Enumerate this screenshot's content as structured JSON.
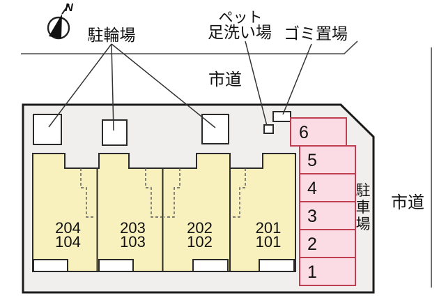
{
  "colors": {
    "site_fill": "#f0efed",
    "building_fill": "#f9f1bd",
    "parking_fill": "#fcdce4",
    "parking_border": "#c03e52",
    "line_dark": "#222222"
  },
  "compass": {
    "north": "N"
  },
  "labels": {
    "bicycle_parking": "駐輪場",
    "pet_wash_line1": "ペット",
    "pet_wash_line2": "足洗い場",
    "garbage": "ゴミ置場",
    "road_top": "市道",
    "road_right": "市道",
    "parking_char_1": "駐",
    "parking_char_2": "車",
    "parking_char_3": "場"
  },
  "units": [
    {
      "upper": "204",
      "lower": "104"
    },
    {
      "upper": "203",
      "lower": "103"
    },
    {
      "upper": "202",
      "lower": "102"
    },
    {
      "upper": "201",
      "lower": "101"
    }
  ],
  "parking_spaces": [
    "6",
    "5",
    "4",
    "3",
    "2",
    "1"
  ]
}
